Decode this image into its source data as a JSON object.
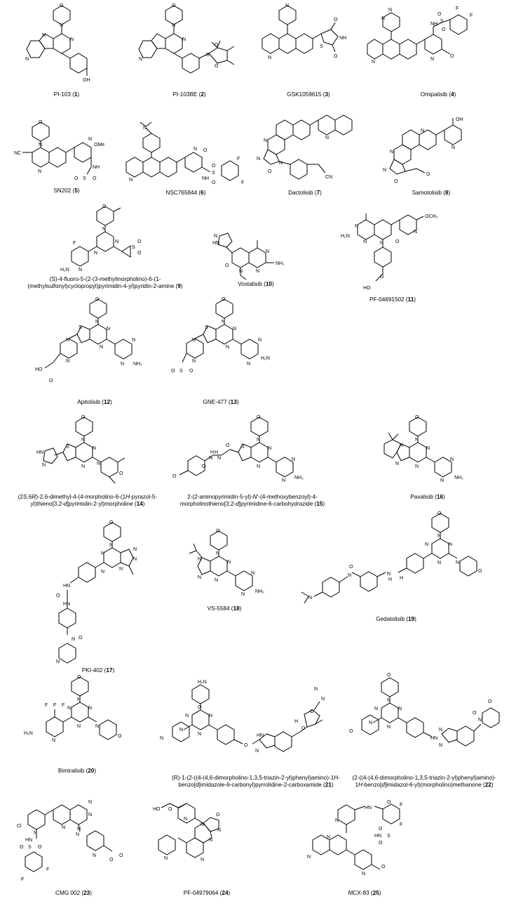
{
  "compounds": [
    {
      "id": "c1",
      "name": "PI-103 (",
      "num": "1",
      "tail": ")",
      "atoms": [
        "O",
        "N",
        "N",
        "N",
        "N",
        "OH"
      ]
    },
    {
      "id": "c2",
      "name": "PI-103BE (",
      "num": "2",
      "tail": ")",
      "atoms": [
        "O",
        "N",
        "N",
        "N",
        "O",
        "B",
        "O"
      ]
    },
    {
      "id": "c3",
      "name": "GSK1059615 (",
      "num": "3",
      "tail": ")",
      "atoms": [
        "N",
        "N",
        "S",
        "NH",
        "O",
        "O"
      ]
    },
    {
      "id": "c4",
      "name": "Omipalisib (",
      "num": "4",
      "tail": ")",
      "atoms": [
        "N",
        "N",
        "N",
        "NH",
        "O",
        "S",
        "O",
        "F",
        "F",
        "O",
        "N"
      ]
    },
    {
      "id": "c5",
      "name": "SN202 (",
      "num": "5",
      "tail": ")",
      "atoms": [
        "O",
        "N",
        "NC",
        "N",
        "N",
        "OMe",
        "NH",
        "O",
        "S",
        "O"
      ]
    },
    {
      "id": "c6",
      "name": "NSC765844 (",
      "num": "6",
      "tail": ")",
      "atoms": [
        "N",
        "N",
        "N",
        "O",
        "NH",
        "S",
        "O",
        "O",
        "F",
        "F"
      ]
    },
    {
      "id": "c7",
      "name": "Dactolisib (",
      "num": "7",
      "tail": ")",
      "atoms": [
        "N",
        "N",
        "N",
        "O",
        "N",
        "CN"
      ]
    },
    {
      "id": "c8",
      "name": "Samotolisib (",
      "num": "8",
      "tail": ")",
      "atoms": [
        "OH",
        "N",
        "N",
        "N",
        "N",
        "O",
        "O"
      ]
    },
    {
      "id": "c9",
      "name": "(S)-4-fluoro-5-(2-(3-methylmorpholino)-6-(1-",
      "name2": "(methylsulfonyl)cyclopropyl)pyrimidin-4-yl)pyridin-2-amine (",
      "num": "9",
      "tail": ")",
      "atoms": [
        "O",
        "N",
        "F",
        "N",
        "N",
        "S",
        "O",
        "O",
        "H₂N",
        "N"
      ]
    },
    {
      "id": "c10",
      "name": "Voxtalisib (",
      "num": "10",
      "tail": ")",
      "atoms": [
        "HN",
        "N",
        "O",
        "N",
        "N",
        "N",
        "NH₂"
      ]
    },
    {
      "id": "c11",
      "name": "PF-04691502 (",
      "num": "11",
      "tail": ")",
      "atoms": [
        "N",
        "OCH₃",
        "N",
        "N",
        "N",
        "O",
        "H₂N",
        "O",
        "HO"
      ]
    },
    {
      "id": "c12",
      "name": "Apitolisib (",
      "num": "12",
      "tail": ")",
      "atoms": [
        "O",
        "N",
        "S",
        "N",
        "N",
        "N",
        "N",
        "HO",
        "O",
        "N",
        "N",
        "NH₂"
      ]
    },
    {
      "id": "c13",
      "name": "GNE-477 (",
      "num": "13",
      "tail": ")",
      "atoms": [
        "O",
        "N",
        "S",
        "N",
        "N",
        "N",
        "N",
        "O",
        "S",
        "O",
        "N",
        "N",
        "H₂N"
      ]
    },
    {
      "id": "c14",
      "name": "(2",
      "name_i1": "S",
      "name_m1": ",6",
      "name_i2": "R",
      "name_m2": ")-2,6-dimethyl-4-(4-morpholino-6-(1",
      "name_i3": "H",
      "name_m3": "-pyrazol-5-",
      "name2": "yl)thieno[3,2-",
      "name2_i": "d",
      "name2_m": "]pyrimidin-2-yl)morpholine (",
      "num": "14",
      "tail": ")",
      "atoms": [
        "O",
        "N",
        "HN",
        "N",
        "S",
        "N",
        "N",
        "N",
        "O"
      ]
    },
    {
      "id": "c15",
      "name": "2-(2-aminopyrimidin-5-yl)-",
      "name_i1": "N",
      "name_m1": "'-(4-methoxybenzoyl)-4-",
      "name2": "morpholinothieno[3,2-",
      "name2_i": "d",
      "name2_m": "]pyrimidine-6-carbohydrazide (",
      "num": "15",
      "tail": ")",
      "atoms": [
        "O",
        "N",
        "O",
        "S",
        "N",
        "N",
        "H",
        "N",
        "N",
        "H",
        "O",
        "O",
        "N",
        "N",
        "NH₂"
      ]
    },
    {
      "id": "c16",
      "name": "Paxalisib (",
      "num": "16",
      "tail": ")",
      "atoms": [
        "O",
        "N",
        "N",
        "N",
        "N",
        "N",
        "N",
        "N",
        "NH₂"
      ]
    },
    {
      "id": "c17",
      "name": "PKI-402 (",
      "num": "17",
      "tail": ")",
      "atoms": [
        "O",
        "N",
        "N",
        "N",
        "N",
        "N",
        "N",
        "HN",
        "HN",
        "O",
        "N",
        "O",
        "N"
      ]
    },
    {
      "id": "c18",
      "name": "VS-5584 (",
      "num": "18",
      "tail": ")",
      "atoms": [
        "O",
        "N",
        "N",
        "N",
        "N",
        "N",
        "N",
        "N",
        "NH₂"
      ]
    },
    {
      "id": "c19",
      "name": "Gedatolisib (",
      "num": "19",
      "tail": ")",
      "atoms": [
        "O",
        "N",
        "N",
        "N",
        "N",
        "N",
        "O",
        "N",
        "O",
        "N",
        "N",
        "H",
        "H"
      ]
    },
    {
      "id": "c20",
      "name": "Bimiralisib (",
      "num": "20",
      "tail": ")",
      "atoms": [
        "O",
        "N",
        "F",
        "F",
        "F",
        "N",
        "N",
        "N",
        "H₂N",
        "N",
        "N",
        "O"
      ]
    },
    {
      "id": "c21",
      "name": "(R)-1-(2-((4-(4,6-dimorpholino-1,3,5-triazin-2-yl)phenyl)amino)-1H-",
      "name2": "benzo[d]imidazole-6-carbonyl)pyrrolidine-2-carboxamide (",
      "num": "21",
      "tail": ")",
      "atoms": [
        "H₂N",
        "O",
        "O",
        "N",
        "N",
        "N",
        "N",
        "N",
        "O",
        "N",
        "O",
        "HN",
        "N",
        "H",
        "N"
      ]
    },
    {
      "id": "c22",
      "name": "(2-((4-(4,6-dimorpholino-1,3,5-triazin-2-yl)phenyl)amino)-",
      "name2": "1",
      "name2_i": "H",
      "name2_m": "-benzo[",
      "name2_i2": "d",
      "name2_m2": "]imidazol-6-yl)(morpholino)methanone (",
      "num": "22",
      "tail": ")",
      "atoms": [
        "O",
        "N",
        "O",
        "N",
        "N",
        "N",
        "N",
        "O",
        "N",
        "HN",
        "N",
        "N",
        "O"
      ]
    },
    {
      "id": "c23",
      "name": "CMG 002 (",
      "num": "23",
      "tail": ")",
      "atoms": [
        "N",
        "N",
        "N",
        "Cl",
        "N",
        "N",
        "HN",
        "O",
        "S",
        "O",
        "F",
        "F",
        "N",
        "H",
        "O",
        "O"
      ]
    },
    {
      "id": "c24",
      "name": "PF-04979064 (",
      "num": "24",
      "tail": ")",
      "atoms": [
        "HO",
        "O",
        "N",
        "O",
        "N",
        "N",
        "N",
        "N",
        "N"
      ]
    },
    {
      "id": "c25",
      "name": "MCX-83 (",
      "num": "25",
      "tail": ")",
      "atoms": [
        "N",
        "HN",
        "O",
        "F",
        "F",
        "N",
        "N",
        "HN",
        "O",
        "S",
        "O",
        "N",
        "O"
      ]
    }
  ]
}
